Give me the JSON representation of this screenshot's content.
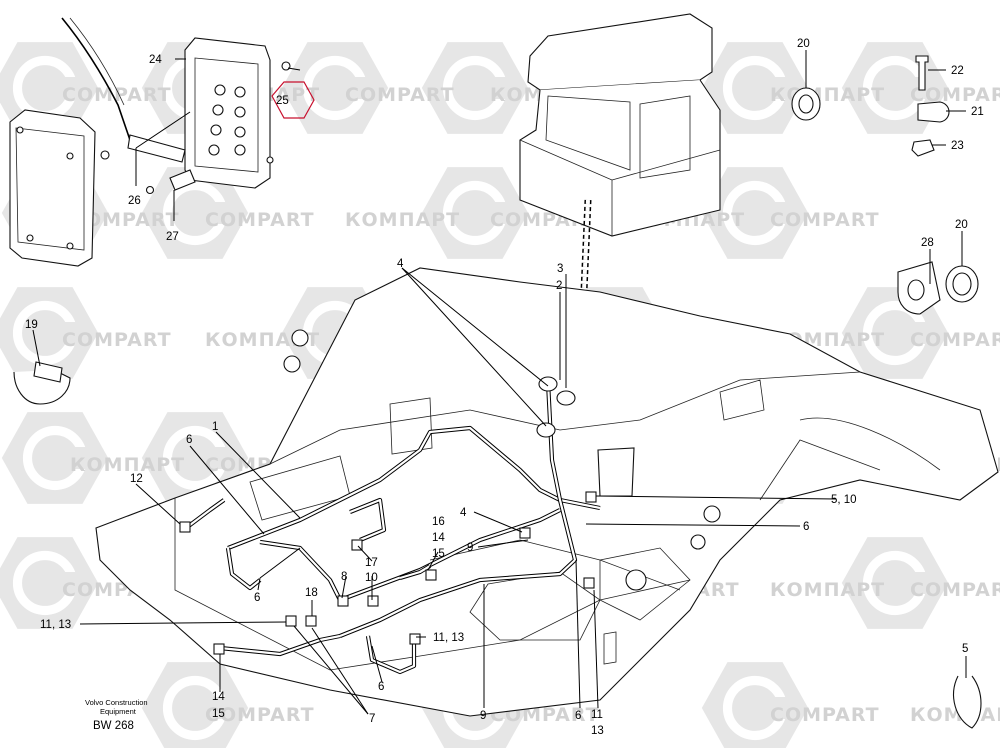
{
  "watermarks": {
    "compart": "COMPART",
    "kompart": "КОМПАРТ"
  },
  "callouts": {
    "c20a": "20",
    "c22": "22",
    "c21": "21",
    "c23": "23",
    "c24": "24",
    "c25": "25",
    "c26": "26",
    "c27": "27",
    "c20b": "20",
    "c28": "28",
    "c19": "19",
    "c3": "3",
    "c2": "2",
    "c4a": "4",
    "c4b": "4",
    "c1": "1",
    "c6a": "6",
    "c12": "12",
    "c16": "16",
    "c14a": "14",
    "c15a": "15",
    "c9a": "9",
    "c17": "17",
    "c10": "10",
    "c8": "8",
    "c18": "18",
    "c6b": "6",
    "c510": "5, 10",
    "c6c": "6",
    "c1113a": "11, 13",
    "c1113b": "11, 13",
    "c14b": "14",
    "c15b": "15",
    "c6d": "6",
    "c7": "7",
    "c9b": "9",
    "c6e": "6",
    "c11": "11",
    "c13": "13",
    "c5": "5"
  },
  "caption": {
    "line1": "Volvo Construction",
    "line2": "Equipment",
    "code": "BW 268"
  },
  "colors": {
    "watermark": "#d2d2d2",
    "line": "#000000",
    "highlight": "#c8102e"
  }
}
